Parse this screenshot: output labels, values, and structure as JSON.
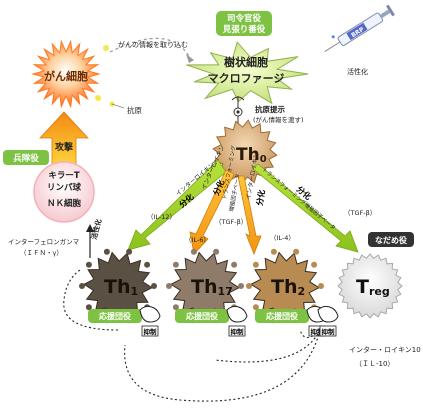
{
  "cancer_cell": {
    "label": "がん細胞",
    "antigen": "抗原"
  },
  "info_arrow": "がんの情報を取り込む",
  "macrophage": {
    "role_badge": [
      "司令官役",
      "見張り番役"
    ],
    "name": [
      "樹状細胞",
      "マクロファージ"
    ],
    "activation": "活性化",
    "syringe_label": "BRP"
  },
  "antigen_presentation": {
    "title": "抗原提示",
    "note": "(がん情報を渡す)"
  },
  "th0": {
    "prefix": "Th",
    "sub": "0"
  },
  "soldier": {
    "badge": "兵隊役",
    "attack": "攻撃",
    "cell": [
      "キラーT",
      "リンパ球",
      "ＮＫ細胞"
    ],
    "activation": "活性化",
    "ifn": [
      "インターフェロンガンマ",
      "（ＩＦＮ・γ）"
    ]
  },
  "paths": {
    "th1": {
      "left": "インターロイキン",
      "right": "分化",
      "code": "（IL-12）"
    },
    "th17": {
      "left": "インターロイキン",
      "right": "分化",
      "code": "（IL-6）"
    },
    "tgf": {
      "left": "トランスフォーミング",
      "mid": "増殖因子ベータ",
      "code": "（TGF-β）"
    },
    "th2": {
      "left": "インターロイキン",
      "right": "分化",
      "code": "（IL-4）"
    },
    "treg": {
      "left": "トランスフォーミング増殖因子ベータ",
      "right": "分化",
      "code": "（TGF-β）"
    }
  },
  "cells": [
    {
      "prefix": "Th",
      "sub": "1",
      "badge": "応援団役",
      "color": "#5b5044"
    },
    {
      "prefix": "Th",
      "sub": "17",
      "badge": "応援団役",
      "color": "#8f7b69"
    },
    {
      "prefix": "Th",
      "sub": "2",
      "badge": "応援団役",
      "color": "#b78b52"
    },
    {
      "prefix": "T",
      "sub": "reg",
      "badge": "なだめ役",
      "color": "#e8e8e8"
    }
  ],
  "suppress_label": "抑制",
  "interleukin10": [
    "インター・ロイキン10",
    "（ＩＬ‐10）"
  ]
}
